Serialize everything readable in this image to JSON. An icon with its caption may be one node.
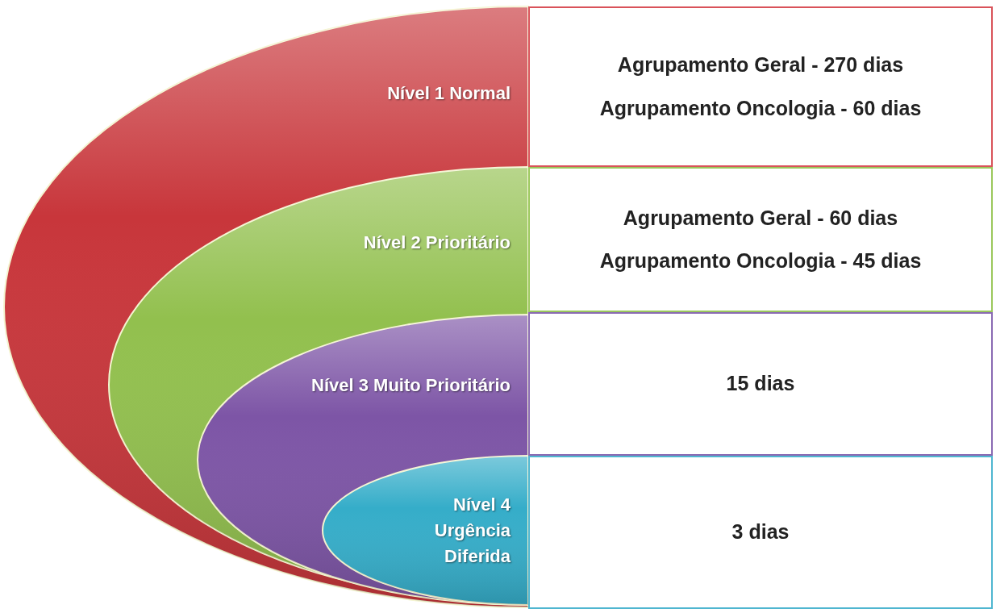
{
  "diagram": {
    "nodes": [
      {
        "text": [
          "Nível 1 Normal"
        ]
      },
      {
        "text": [
          "Agrupamento Geral - 270 dias",
          "Agrupamento Oncologia - 60 dias"
        ]
      },
      {
        "text": [
          "Nível 2 Prioritário"
        ],
        "in": 0
      },
      {
        "text": [
          "Agrupamento Geral - 60 dias",
          "Agrupamento Oncologia - 45 dias"
        ]
      },
      {
        "text": [
          "Nível 3 Muito Prioritário"
        ],
        "in": 2
      },
      {
        "text": [
          "15 dias"
        ]
      },
      {
        "text": [
          "Nível 4 Urgência Diferida"
        ],
        "in": 4
      },
      {
        "text": [
          "3 dias"
        ]
      }
    ]
  }
}
